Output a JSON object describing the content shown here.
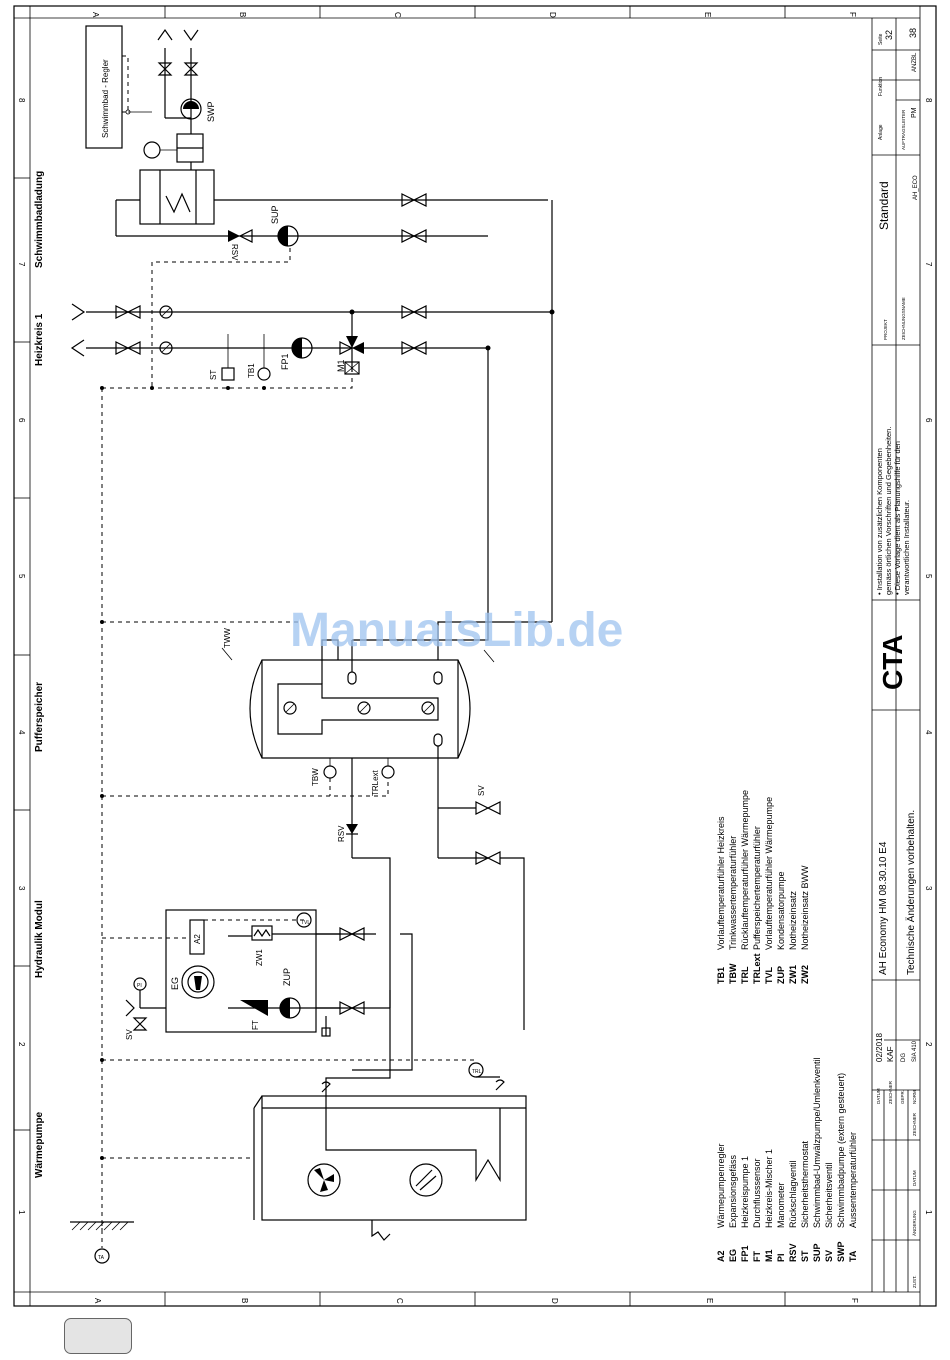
{
  "grid": {
    "columns": [
      "A",
      "B",
      "C",
      "D",
      "E",
      "F"
    ],
    "rows": [
      "1",
      "2",
      "3",
      "4",
      "5",
      "6",
      "7",
      "8"
    ]
  },
  "sections": {
    "waermepumpe": "Wärmepumpe",
    "hydraulik_modul": "Hydraulik Modul",
    "pufferspeicher": "Pufferspeicher",
    "heizkreis": "Heizkreis 1",
    "schwimmbad": "Schwimmbadladung"
  },
  "components": {
    "schwimmbad_regler": "Schwimmbad - Regler",
    "swp": "SWP",
    "sup": "SUP",
    "rsv": "RSV",
    "st": "ST",
    "tb1": "TB1",
    "fp1": "FP1",
    "m1": "M1",
    "tww": "TWW",
    "tbw": "TBW",
    "trlext": "TRLext",
    "sv": "SV",
    "a2": "A2",
    "zw1": "ZW1",
    "eg": "EG",
    "zup": "ZUP",
    "ft": "FT",
    "tvl": "TVL",
    "trl": "TRL",
    "pi": "PI",
    "ta": "TA"
  },
  "legend_left": [
    {
      "code": "A2",
      "desc": "Wärmepumpenregler"
    },
    {
      "code": "EG",
      "desc": "Expansionsgefäss"
    },
    {
      "code": "FP1",
      "desc": "Heizkreispumpe 1"
    },
    {
      "code": "FT",
      "desc": "Durchflusssensor"
    },
    {
      "code": "M1",
      "desc": "Heizkreis-Mischer 1"
    },
    {
      "code": "PI",
      "desc": "Manometer"
    },
    {
      "code": "RSV",
      "desc": "Rückschlagventil"
    },
    {
      "code": "ST",
      "desc": "Sicherheitsthermostat"
    },
    {
      "code": "SUP",
      "desc": "Schwimmbad-Umwälzpumpe/Umlenkventil"
    },
    {
      "code": "SV",
      "desc": "Sicherheitsventil"
    },
    {
      "code": "SWP",
      "desc": "Schwimmbadpumpe (extern gesteuert)"
    },
    {
      "code": "TA",
      "desc": "Aussentemperaturfühler"
    }
  ],
  "legend_right": [
    {
      "code": "TB1",
      "desc": "Vorlauftemperaturfühler Heizkreis"
    },
    {
      "code": "TBW",
      "desc": "Trinkwassertemperaturfühler"
    },
    {
      "code": "TRL",
      "desc": "Rücklauftemperaturfühler Wärmepumpe"
    },
    {
      "code": "TRLext",
      "desc": "Pufferspeichertemperaturfühler"
    },
    {
      "code": "TVL",
      "desc": "Vorlauftemperaturfühler Wärmepumpe"
    },
    {
      "code": "ZUP",
      "desc": "Kondensatorpumpe"
    },
    {
      "code": "ZW1",
      "desc": "Notheizeinsatz"
    },
    {
      "code": "ZW2",
      "desc": "Notheizeinsatz BWW"
    }
  ],
  "title_block": {
    "drawing_title": "AH Economy HM 08.30.10 E4",
    "changes_note": "Technische Änderungen vorbehalten.",
    "notes": [
      "• Installation von zusätzlichen Komponenten",
      "gemäss örtlichen Vorschriften und Gegebenheiten.",
      "• Diese Vorlage dient als Planungshilfe für den",
      "verantwortlichen Installateur."
    ],
    "brand": "CTA",
    "projekt_label": "PROJEKT",
    "zeichnungsname_label": "ZEICHNUNGSNAME",
    "standard": "Standard",
    "ah_eco": "AH_ECO",
    "anlage_label": "Anlage",
    "funktion_label": "Funktion",
    "seite_label": "Seite",
    "seite": "32",
    "auftragsleiter_label": "AUFTRAGSLEITER",
    "pm": "PM",
    "anzbl_label": "ANZBL",
    "anzbl": "38",
    "datum_label": "DATUM",
    "datum": "02/2018",
    "zeichner_label": "ZEICHNER",
    "zeichner": "KAF",
    "gepr_label": "GEPR.",
    "gepr": "DG",
    "norm_label": "NORM",
    "norm": "SIA 410",
    "zust_label": "ZUST.",
    "aenderung_label": "ÄNDERUNG"
  },
  "watermark": "ManualsLib.de"
}
